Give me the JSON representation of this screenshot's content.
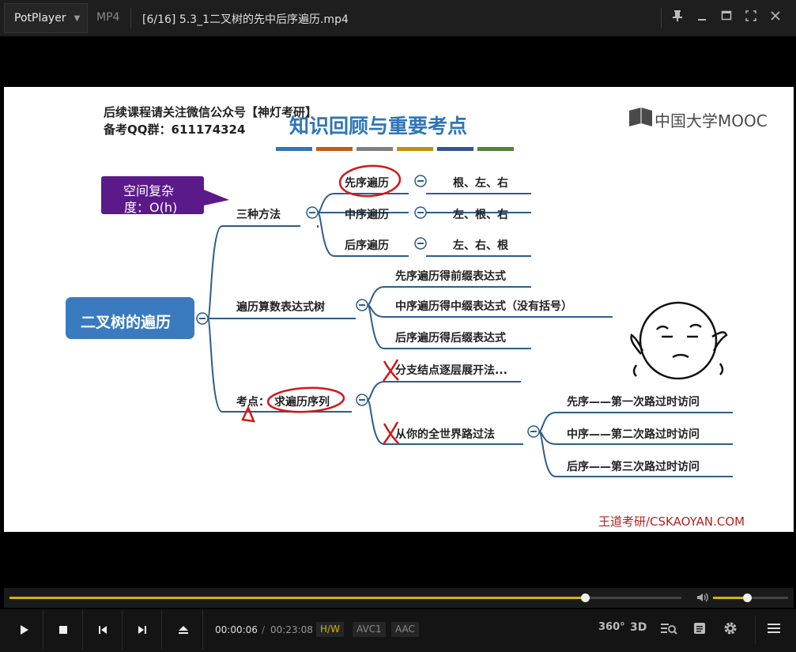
{
  "titlebar": {
    "app_name": "PotPlayer",
    "format": "MP4",
    "filename": "[6/16] 5.3_1二叉树的先中后序遍历.mp4"
  },
  "slide": {
    "header_line1": "后续课程请关注微信公众号【神灯考研】",
    "header_line2": "备考QQ群：611174324",
    "title": "知识回顾与重要考点",
    "mooc_logo": "中国大学MOOC",
    "root": "二叉树的遍历",
    "callout": [
      "空间复杂",
      "度：O(h)"
    ],
    "branch1": "三种方法",
    "methods": [
      {
        "name": "先序遍历",
        "order": "根、左、右"
      },
      {
        "name": "中序遍历",
        "order": "左、根、右"
      },
      {
        "name": "后序遍历",
        "order": "左、右、根"
      }
    ],
    "branch2": "遍历算数表达式树",
    "expr_items": [
      "先序遍历得前缀表达式",
      "中序遍历得中缀表达式（没有括号）",
      "后序遍历得后缀表达式"
    ],
    "branch3_prefix": "考点：",
    "branch3_term": "求遍历序列",
    "exam_items": [
      "分支结点逐层展开法...",
      "从你的全世界路过法"
    ],
    "visit_items": [
      "先序——第一次路过时访问",
      "中序——第二次路过时访问",
      "后序——第三次路过时访问"
    ],
    "watermark": "王道考研/CSKAOYAN.COM",
    "color_bar": [
      "#2e75b6",
      "#c55a11",
      "#7f7f7f",
      "#bf9000",
      "#2f5597",
      "#548235"
    ]
  },
  "playback": {
    "current_time": "00:00:06",
    "separator": "/",
    "total_time": "00:23:08",
    "progress": 0.856,
    "volume": 0.45,
    "badges": [
      "H/W",
      "AVC1",
      "AAC"
    ]
  },
  "colors": {
    "accent": "#d4b500",
    "branch_line": "#2e5d8a",
    "root_box": "#3a7bbf",
    "callout": "#5b1a8a",
    "annotation": "#d01818"
  }
}
